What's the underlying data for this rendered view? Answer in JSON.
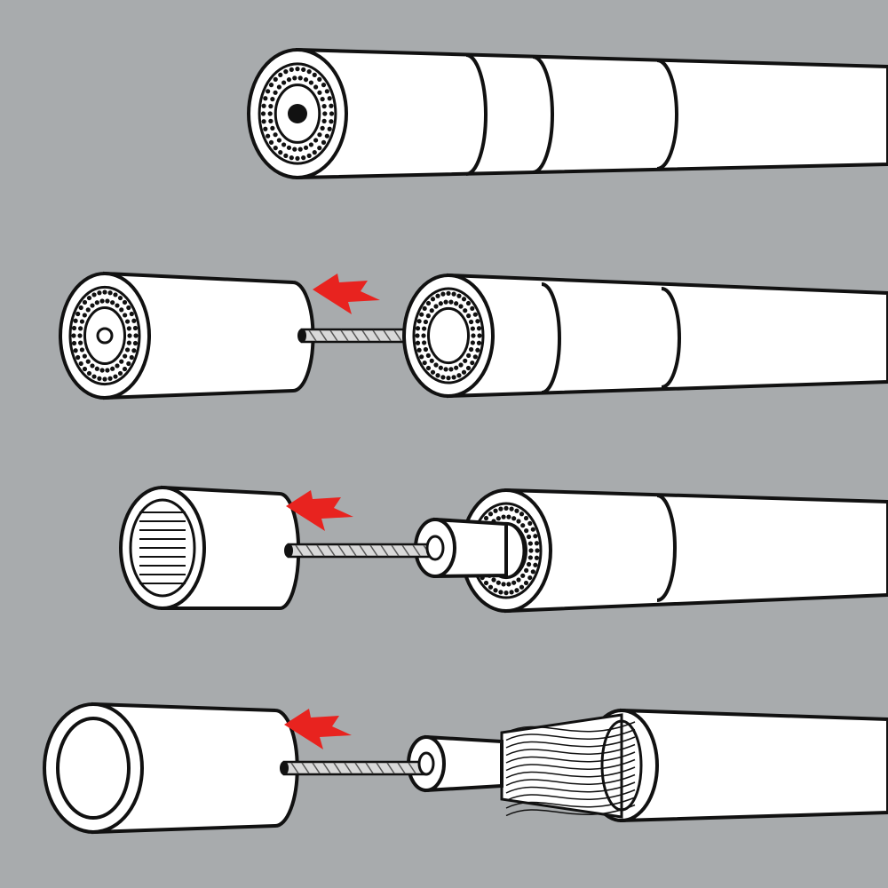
{
  "colors": {
    "background": "#a8abad",
    "cable": "#ffffff",
    "outline": "#111111",
    "arrow": "#e8231f",
    "wire": "#d9d9d9"
  },
  "steps": [
    {
      "name": "intact-cable",
      "arrow_icon": "none"
    },
    {
      "name": "strip-outer-jacket",
      "arrow_icon": "red-arrow-left-icon"
    },
    {
      "name": "strip-shield",
      "arrow_icon": "red-arrow-left-icon"
    },
    {
      "name": "strip-dielectric",
      "arrow_icon": "red-arrow-left-icon"
    }
  ]
}
